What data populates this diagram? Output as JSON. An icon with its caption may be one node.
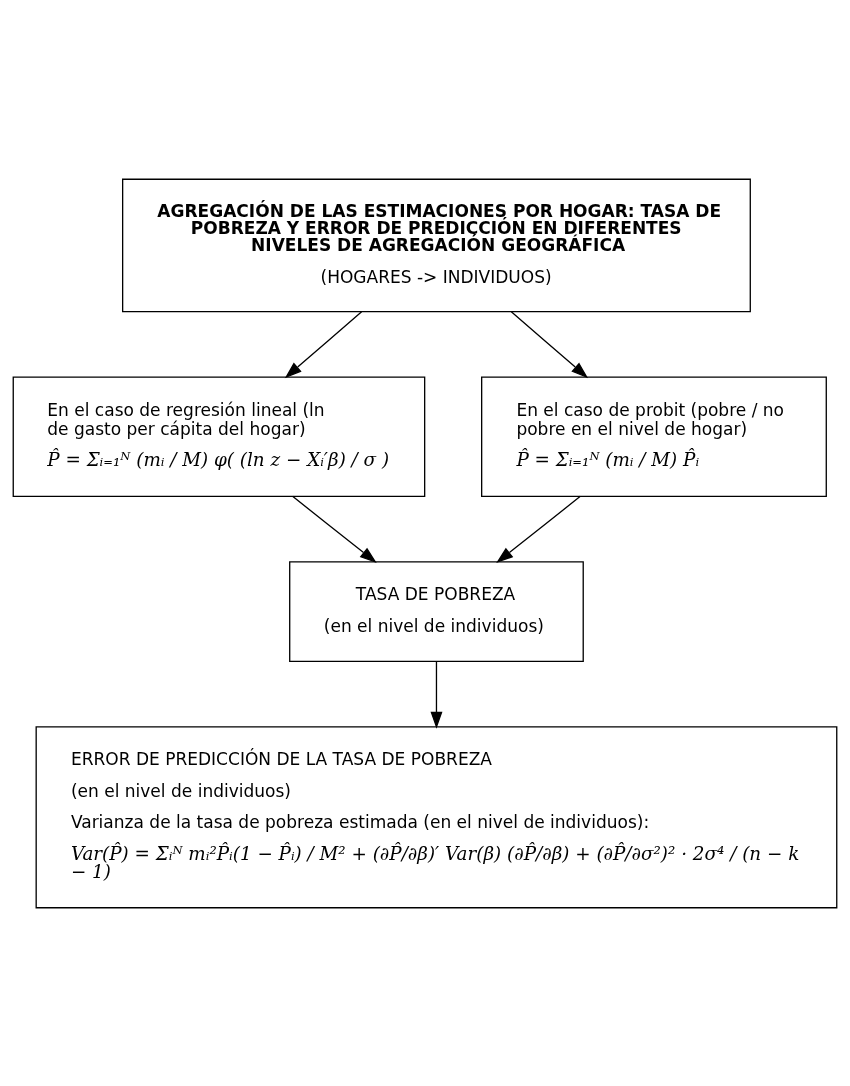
{
  "diagram": {
    "nodes": [
      {
        "text": [
          "AGREGACIÓN DE LAS ESTIMACIONES POR HOGAR: TASA DE POBREZA Y ERROR DE PREDICCIÓN EN DIFERENTES NIVELES DE AGREGACIÓN GEOGRÁFICA",
          "(HOGARES -> INDIVIDUOS)"
        ]
      },
      {
        "text": [
          "En el caso de regresión lineal (ln de gasto per cápita del hogar)",
          "P̂ = Σᵢ₌₁ᴺ (mᵢ / M) φ( (ln z − Xᵢ′β) / σ )"
        ]
      },
      {
        "text": [
          "En el caso de probit (pobre / no pobre en el nivel de hogar)",
          "P̂ = Σᵢ₌₁ᴺ (mᵢ / M) P̂ᵢ"
        ]
      },
      {
        "text": [
          "TASA DE POBREZA",
          "(en el nivel de individuos)"
        ]
      },
      {
        "text": [
          "ERROR DE PREDICCIÓN DE LA TASA DE POBREZA",
          "(en el nivel de individuos)",
          "Varianza de la tasa de pobreza estimada (en el nivel de individuos):",
          "Var(P̂) = Σᵢᴺ mᵢ²P̂ᵢ(1 − P̂ᵢ) / M² + (∂P̂/∂β)′ Var(β) (∂P̂/∂β) + (∂P̂/∂σ²)² · 2σ⁴ / (n − k − 1)"
        ]
      }
    ],
    "edges": [
      {
        "from": 0,
        "to": 1,
        "arrow": "to"
      },
      {
        "from": 0,
        "to": 2,
        "arrow": "to"
      },
      {
        "from": 1,
        "to": 3,
        "arrow": "to"
      },
      {
        "from": 2,
        "to": 3,
        "arrow": "to"
      },
      {
        "from": 3,
        "to": 4,
        "arrow": "to"
      }
    ]
  }
}
